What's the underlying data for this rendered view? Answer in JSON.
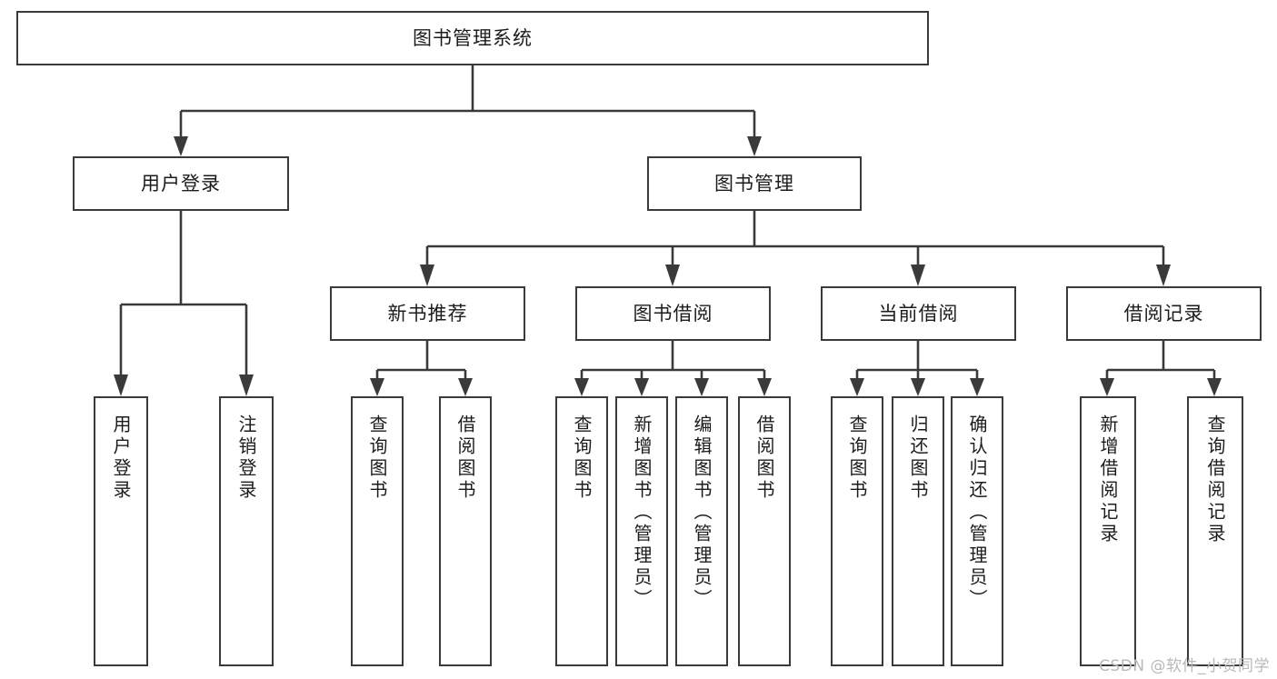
{
  "diagram": {
    "type": "tree",
    "title": "图书管理系统",
    "root": {
      "label": "图书管理系统"
    },
    "level2": [
      {
        "label": "用户登录"
      },
      {
        "label": "图书管理"
      }
    ],
    "level3": [
      {
        "label": "新书推荐"
      },
      {
        "label": "图书借阅"
      },
      {
        "label": "当前借阅"
      },
      {
        "label": "借阅记录"
      }
    ],
    "leaves": {
      "user_login": [
        {
          "label": "用户登录"
        },
        {
          "label": "注销登录"
        }
      ],
      "new_book_recommend": [
        {
          "label": "查询图书"
        },
        {
          "label": "借阅图书"
        }
      ],
      "book_borrow": [
        {
          "label": "查询图书"
        },
        {
          "label": "新增图书（管理员）"
        },
        {
          "label": "编辑图书（管理员）"
        },
        {
          "label": "借阅图书"
        }
      ],
      "current_borrow": [
        {
          "label": "查询图书"
        },
        {
          "label": "归还图书"
        },
        {
          "label": "确认归还（管理员）"
        }
      ],
      "borrow_record": [
        {
          "label": "新增借阅记录"
        },
        {
          "label": "查询借阅记录"
        }
      ]
    }
  },
  "watermark": {
    "text": "CSDN @软件_小贺同学"
  },
  "colors": {
    "stroke": "#3a3a3a",
    "fill": "#ffffff",
    "text": "#1c1c1c",
    "watermark": "#b9b9b9"
  }
}
